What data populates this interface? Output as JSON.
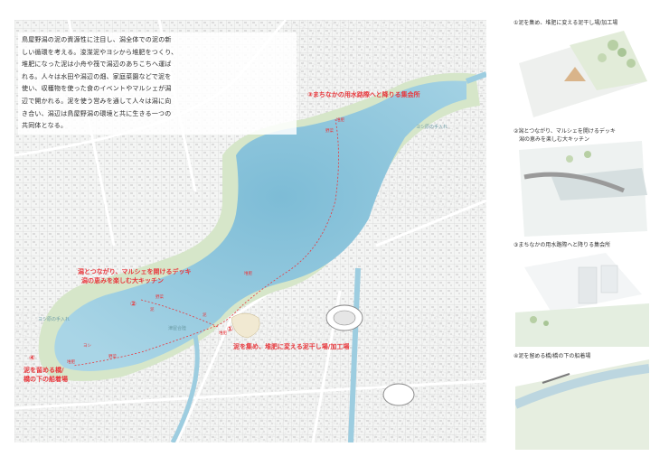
{
  "intro_lines": [
    "鳥屋野潟の泥の資源性に注目し、潟全体での泥の新",
    "しい循環を考える。浚渫泥やヨシから堆肥をつくり、",
    "堆肥になった泥は小舟や筏で潟辺のあちこちへ運ば",
    "れる。人々は水田や潟辺の畑、家庭菜園などで泥を",
    "使い、収穫物を使った食のイベントやマルシェが潟",
    "辺で開かれる。泥を使う営みを通して人々は潟に向",
    "き合い、潟辺は鳥屋野潟の環境と共に生きる一つの",
    "共同体となる。"
  ],
  "site_labels": {
    "site3": "③まちなかの用水路際へと降りる集会所",
    "site2_line1": "潟とつながり、マルシェを開けるデッキ",
    "site2_line2": "潟の恵みを楽しむ大キッチン",
    "site1": "泥を集め、堆肥に変える泥干し場/加工場",
    "site4_line1": "泥を留める橋/",
    "site4_line2": "橋の下の船着場"
  },
  "markers": {
    "m1": "①",
    "m2": "②",
    "m3": "③",
    "m4": "④"
  },
  "map_small_labels": {
    "reed_north": "ヨシ原の手入れ",
    "reed_west": "ヨシ原の手入れ",
    "canal": "津屋合陸"
  },
  "route_labels": {
    "r1": "堆肥",
    "r2": "野菜",
    "r3": "堆肥",
    "r4": "野菜",
    "r5": "ヨシ",
    "r6": "野菜",
    "r7": "堆肥",
    "r8": "泥",
    "r9": "泥",
    "r10": "堆肥"
  },
  "side_titles": [
    "①泥を集め、堆肥に変える泥干し場/加工場",
    "②潟とつながり、マルシェを開けるデッキ",
    "潟の恵みを楽しむ大キッチン",
    "③まちなかの用水路際へと降りる集会所",
    "④泥を留める橋/橋の下の船着場"
  ],
  "colors": {
    "water": "#9dcde0",
    "water_deep": "#7dbcd6",
    "route": "#e8383d",
    "green": "#d6e6c9"
  }
}
